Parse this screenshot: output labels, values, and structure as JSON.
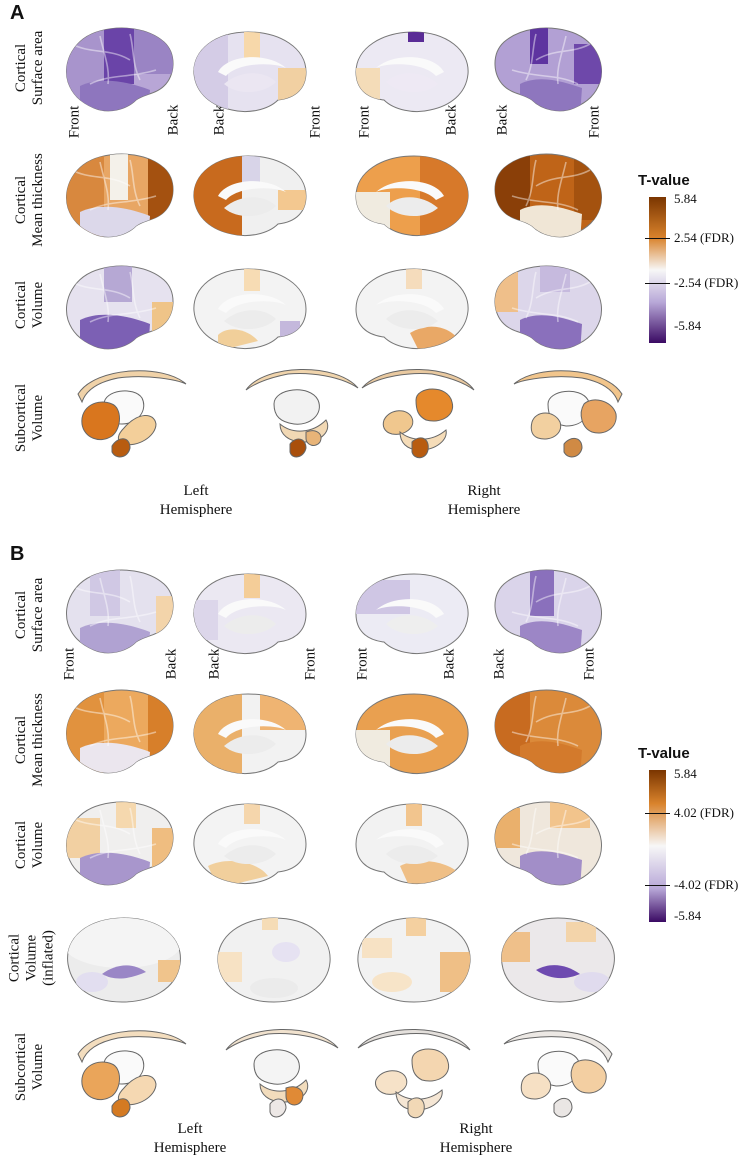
{
  "panels": [
    {
      "letter": "A",
      "row_labels": [
        [
          "Cortical",
          "Surface area"
        ],
        [
          "Cortical",
          "Mean thickness"
        ],
        [
          "Cortical",
          "Volume"
        ],
        [
          "Subcortical",
          "Volume"
        ]
      ],
      "orientation_labels": [
        "Front",
        "Back",
        "Back",
        "Front",
        "Front",
        "Back",
        "Back",
        "Front"
      ],
      "hemisphere_labels": [
        [
          "Left",
          "Hemisphere"
        ],
        [
          "Right",
          "Hemisphere"
        ]
      ],
      "colorbar": {
        "title": "T-value",
        "labels": [
          "5.84",
          "2.54 (FDR)",
          "-2.54 (FDR)",
          "-5.84"
        ],
        "max": 5.84,
        "threshold": 2.54,
        "min": -5.84,
        "colors": {
          "high": "#7a3500",
          "mid": "#f7f7f7",
          "low": "#3a0a63"
        }
      }
    },
    {
      "letter": "B",
      "row_labels": [
        [
          "Cortical",
          "Surface area"
        ],
        [
          "Cortical",
          "Mean thickness"
        ],
        [
          "Cortical",
          "Volume"
        ],
        [
          "Cortical",
          "Volume",
          "(inflated)"
        ],
        [
          "Subcortical",
          "Volume"
        ]
      ],
      "orientation_labels": [
        "Front",
        "Back",
        "Back",
        "Front",
        "Front",
        "Back",
        "Back",
        "Front"
      ],
      "hemisphere_labels": [
        [
          "Left",
          "Hemisphere"
        ],
        [
          "Right",
          "Hemisphere"
        ]
      ],
      "colorbar": {
        "title": "T-value",
        "labels": [
          "5.84",
          "4.02 (FDR)",
          "-4.02 (FDR)",
          "-5.84"
        ],
        "max": 5.84,
        "threshold": 4.02,
        "min": -5.84,
        "colors": {
          "high": "#7a3500",
          "mid": "#f7f7f7",
          "low": "#3a0a63"
        }
      }
    }
  ]
}
